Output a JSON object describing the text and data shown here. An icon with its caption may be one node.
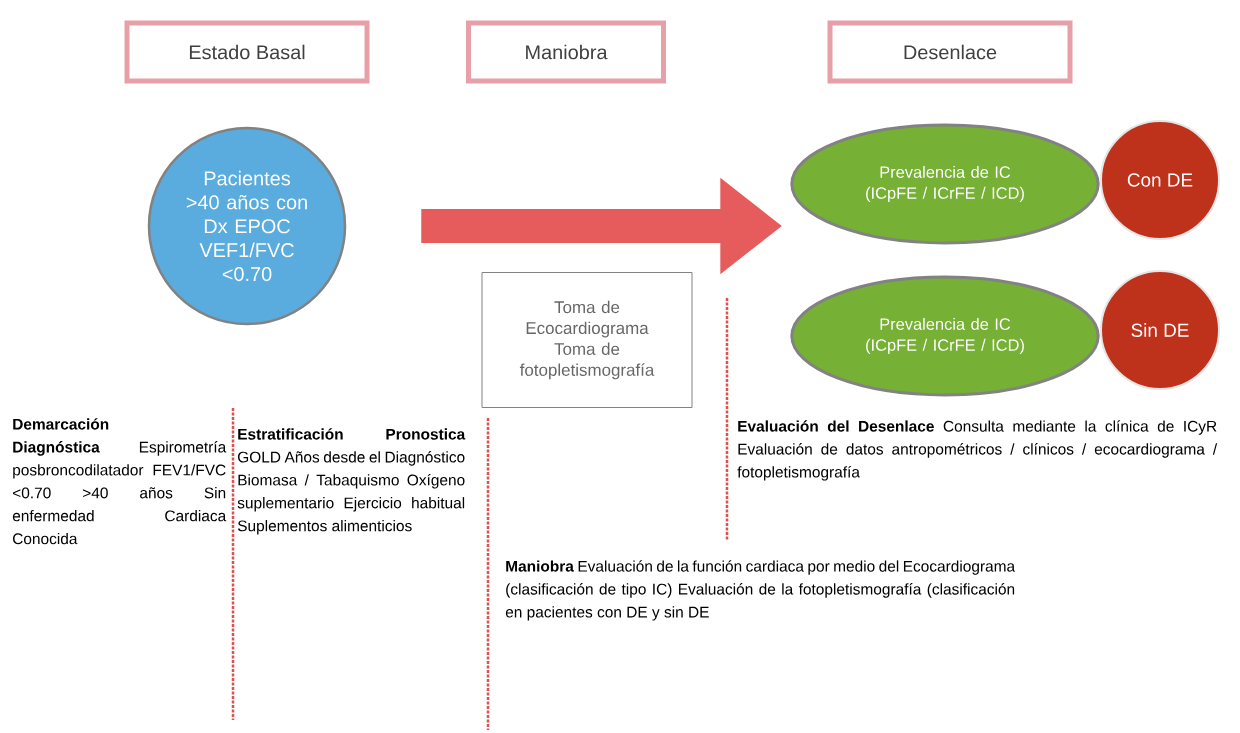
{
  "diagram": {
    "nodes": [
      {
        "text": [
          "Estado Basal"
        ]
      },
      {
        "text": [
          "Maniobra"
        ]
      },
      {
        "text": [
          "Desenlace"
        ]
      },
      {
        "text": [
          "Pacientes >40 años con Dx EPOC VEF1/FVC <0.70"
        ]
      },
      {
        "text": [
          "Prevalencia de IC (ICpFE / ICrFE / ICD)"
        ]
      },
      {
        "text": [
          "Con DE"
        ]
      },
      {
        "text": [
          "Prevalencia de IC (ICpFE / ICrFE / ICD)"
        ]
      },
      {
        "text": [
          "Sin DE"
        ]
      },
      {
        "text": [
          "Toma de Ecocardiograma Toma de fotopletismografía"
        ]
      }
    ],
    "edges": [
      {
        "from": 3,
        "to": 4,
        "arrow": "to",
        "color": "#e65c5c"
      }
    ],
    "labels": [
      "**Demarcación Diagnóstica** Espirometría posbroncodilatador FEV1/FVC <0.70 >40 años Sin enfermedad Cardiaca Conocida",
      "**Estratificación Pronostica** GOLD Años desde el Diagnóstico Biomasa / Tabaquismo Oxígeno suplementario Ejercicio habitual Suplementos alimenticios",
      "**Evaluación del Desenlace** Consulta mediante la clínica de ICyR Evaluación de datos antropométricos / clínicos / ecocardiograma / fotopletismografía",
      "**Maniobra** Evaluación de la función cardiaca por medio del Ecocardiograma (clasificación de tipo IC) Evaluación de la fotopletismografía (clasificación en pacientes con DE y sin DE"
    ]
  }
}
